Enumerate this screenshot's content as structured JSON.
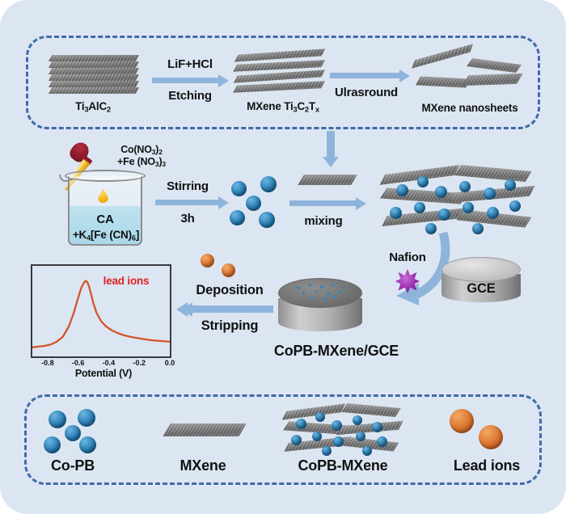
{
  "figure": {
    "type": "scheme",
    "description": "Synthesis scheme of CoPB-MXene composite and its use on a glassy carbon electrode for lead ion detection"
  },
  "top_panel": {
    "step1_label": "Ti<sub>3</sub>AlC<sub>2</sub>",
    "arrow1_above": "LiF+HCl",
    "arrow1_below": "Etching",
    "step2_label": "MXene Ti<sub>3</sub>C<sub>2</sub>T<sub>x</sub>",
    "arrow2_label": "Ulrasround",
    "step3_label": "MXene nanosheets"
  },
  "middle_panel": {
    "reagents_line1": "Co(NO<sub>3</sub>)<sub>2</sub>",
    "reagents_line2": "+Fe (NO<sub>3</sub>)<sub>3</sub>",
    "beaker_line1": "CA",
    "beaker_line2": "+K<sub>4</sub>[Fe (CN)<sub>6</sub>]",
    "arrow_above": "Stirring",
    "arrow_below": "3h",
    "mixing_label": "mixing"
  },
  "lower_panel": {
    "nafion_label": "Nafion",
    "gce_label": "GCE",
    "electrode_label": "CoPB-MXene/GCE",
    "arrow_above": "Deposition",
    "arrow_below": "Stripping"
  },
  "chart_data": {
    "type": "line",
    "title": "",
    "annotation": "lead ions",
    "annotation_color": "#e02020",
    "line_color": "#d4542a",
    "xlabel": "Potential (V)",
    "ylabel": "",
    "xlim": [
      -0.9,
      0.0
    ],
    "xticks": [
      "-0.8",
      "-0.6",
      "-0.4",
      "-0.2",
      "0.0"
    ],
    "xtick_values": [
      -0.8,
      -0.6,
      -0.4,
      -0.2,
      0.0
    ],
    "grid": false,
    "legend": "none",
    "x": [
      -0.9,
      -0.86,
      -0.82,
      -0.78,
      -0.74,
      -0.7,
      -0.66,
      -0.63,
      -0.6,
      -0.58,
      -0.56,
      -0.55,
      -0.54,
      -0.53,
      -0.52,
      -0.5,
      -0.48,
      -0.45,
      -0.42,
      -0.38,
      -0.34,
      -0.3,
      -0.24,
      -0.18,
      -0.12,
      -0.06,
      0.0
    ],
    "y": [
      0.06,
      0.07,
      0.08,
      0.1,
      0.14,
      0.21,
      0.36,
      0.54,
      0.76,
      0.9,
      0.98,
      1.0,
      0.98,
      0.93,
      0.85,
      0.68,
      0.55,
      0.43,
      0.36,
      0.3,
      0.26,
      0.23,
      0.2,
      0.18,
      0.16,
      0.15,
      0.14
    ]
  },
  "legend_panel": {
    "items": [
      {
        "label": "Co-PB",
        "icon": "blue-spheres"
      },
      {
        "label": "MXene",
        "icon": "grey-sheet"
      },
      {
        "label": "CoPB-MXene",
        "icon": "composite"
      },
      {
        "label": "Lead ions",
        "icon": "orange-spheres"
      }
    ]
  },
  "colors": {
    "background": "#dce6f2",
    "dashed_border": "#3f6ba8",
    "arrow": "#8fb4dc",
    "copb_blue": "#2f86c2",
    "lead_orange": "#d9782f",
    "mxene_grey": "#6e6e6e",
    "nafion_purple": "#9b2fb0",
    "peak_red": "#d4542a"
  }
}
